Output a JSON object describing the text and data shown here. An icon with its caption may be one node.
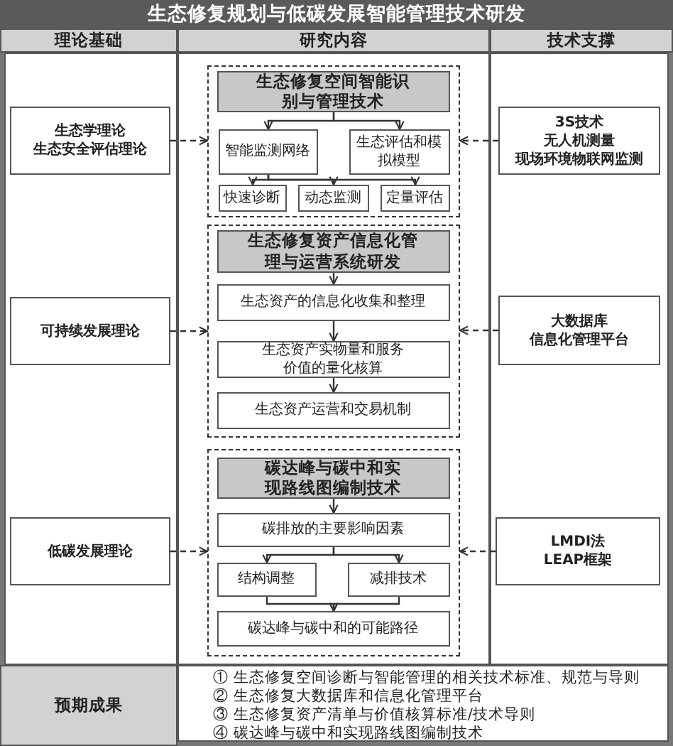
{
  "diagram": {
    "title": "生态修复规划与低碳发展智能管理技术研发",
    "nodes": [
      {
        "text": [
          "生态学理论",
          "生态安全评估理论"
        ]
      },
      {
        "text": [],
        "shape": "box"
      },
      {
        "text": [
          "生态修复空间智能识别与管理技术"
        ],
        "in": 1
      },
      {
        "text": [
          "智能监测网络"
        ],
        "in": 1
      },
      {
        "text": [
          "生态评估和模拟模型"
        ],
        "in": 1
      },
      {
        "text": [
          "快速诊断"
        ],
        "in": 1
      },
      {
        "text": [
          "动态监测"
        ],
        "in": 1
      },
      {
        "text": [
          "定量评估"
        ],
        "in": 1
      },
      {
        "text": [
          "3S技术",
          "无人机测量",
          "现场环境物联网监测"
        ]
      },
      {
        "text": [
          "可持续发展理论"
        ]
      },
      {
        "text": [],
        "shape": "box"
      },
      {
        "text": [
          "生态修复资产信息化管理与运营系统研发"
        ],
        "in": 10
      },
      {
        "text": [
          "生态资产的信息化收集和整理"
        ],
        "in": 10
      },
      {
        "text": [
          "生态资产实物量和服务价值的量化核算"
        ],
        "in": 10
      },
      {
        "text": [
          "生态资产运营和交易机制"
        ],
        "in": 10
      },
      {
        "text": [
          "大数据库",
          "信息化管理平台"
        ]
      },
      {
        "text": [
          "低碳发展理论"
        ]
      },
      {
        "text": [],
        "shape": "box"
      },
      {
        "text": [
          "碳达峰与碳中和实现路线图编制技术"
        ],
        "in": 17
      },
      {
        "text": [
          "碳排放的主要影响因素"
        ],
        "in": 17
      },
      {
        "text": [
          "结构调整"
        ],
        "in": 17
      },
      {
        "text": [
          "减排技术"
        ],
        "in": 17
      },
      {
        "text": [
          "碳达峰与碳中和的可能路径"
        ],
        "in": 17
      },
      {
        "text": [
          "LMDI法",
          "LEAP框架"
        ]
      }
    ],
    "edges": [
      {
        "from": 0,
        "to": 1,
        "arrow": "to",
        "style": "dashed"
      },
      {
        "from": 8,
        "to": 1,
        "arrow": "to",
        "style": "dashed"
      },
      {
        "from": 2,
        "to": 3,
        "arrow": "to"
      },
      {
        "from": 2,
        "to": 4,
        "arrow": "to"
      },
      {
        "from": 3,
        "to": 5,
        "arrow": "to"
      },
      {
        "from": 3,
        "to": 6,
        "arrow": "to"
      },
      {
        "from": 3,
        "to": 7,
        "arrow": "to"
      },
      {
        "from": 9,
        "to": 10,
        "arrow": "to",
        "style": "dashed"
      },
      {
        "from": 15,
        "to": 10,
        "arrow": "to",
        "style": "dashed"
      },
      {
        "from": 11,
        "to": 12,
        "arrow": "to"
      },
      {
        "from": 12,
        "to": 13,
        "arrow": "to"
      },
      {
        "from": 13,
        "to": 14,
        "arrow": "to"
      },
      {
        "from": 16,
        "to": 17,
        "arrow": "to",
        "style": "dashed"
      },
      {
        "from": 23,
        "to": 17,
        "arrow": "to",
        "style": "dashed"
      },
      {
        "from": 18,
        "to": 19,
        "arrow": "to"
      },
      {
        "from": 19,
        "to": 20,
        "arrow": "to"
      },
      {
        "from": 19,
        "to": 21,
        "arrow": "to"
      },
      {
        "from": 20,
        "to": 22,
        "arrow": "to"
      },
      {
        "from": 21,
        "to": 22,
        "arrow": "to"
      }
    ],
    "labels": [
      "理论基础",
      "研究内容",
      "技术支撑",
      "预期成果",
      "① 生态修复空间诊断与智能管理的相关技术标准、规范与导则",
      "② 生态修复大数据库和信息化管理平台",
      "③ 生态修复资产清单与价值核算标准/技术导则",
      "④ 碳达峰与碳中和实现路线图编制技术"
    ]
  }
}
